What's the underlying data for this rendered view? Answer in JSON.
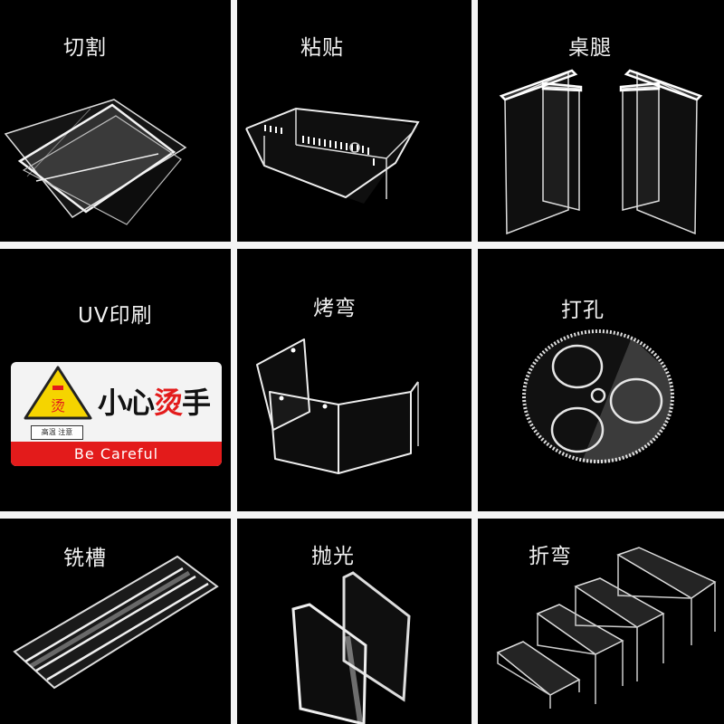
{
  "grid": {
    "background_color": "#f4f4f4",
    "cell_color": "#000000",
    "columns": 3,
    "rows": 3
  },
  "cells": [
    {
      "label": "切割",
      "illustration": "stacked-acrylic-sheets"
    },
    {
      "label": "粘贴",
      "illustration": "glued-acrylic-box"
    },
    {
      "label": "桌腿",
      "illustration": "acrylic-table-legs"
    },
    {
      "label": "UV印刷",
      "illustration": "printed-warning-sign"
    },
    {
      "label": "烤弯",
      "illustration": "heat-bent-shield"
    },
    {
      "label": "打孔",
      "illustration": "drilled-gear-disc"
    },
    {
      "label": "铣槽",
      "illustration": "milled-groove-bar"
    },
    {
      "label": "抛光",
      "illustration": "polished-edge-blocks"
    },
    {
      "label": "折弯",
      "illustration": "folded-risers"
    }
  ],
  "sign": {
    "main_text_a": "小心",
    "main_text_b": "烫",
    "main_text_c": "手",
    "sub_text": "高温 注意",
    "band_text": "Be Careful",
    "band_color": "#e31b1b",
    "triangle_color": "#f5d400"
  }
}
